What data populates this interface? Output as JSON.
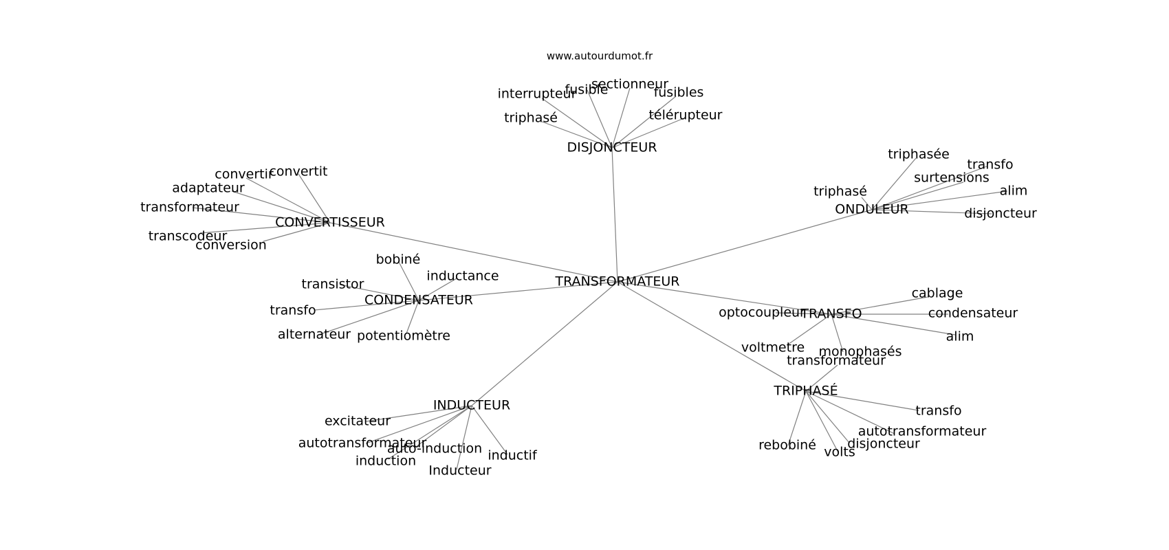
{
  "watermark": "www.autourdumot.fr",
  "root": "TRANSFORMATEUR",
  "clusters": [
    {
      "hub": "DISJONCTEUR",
      "leaves": [
        "interrupteur",
        "fusible",
        "sectionneur",
        "fusibles",
        "triphasé",
        "télérupteur"
      ]
    },
    {
      "hub": "CONVERTISSEUR",
      "leaves": [
        "convertir",
        "convertit",
        "adaptateur",
        "transformateur",
        "transcodeur",
        "conversion"
      ]
    },
    {
      "hub": "ONDULEUR",
      "leaves": [
        "triphasée",
        "transfo",
        "surtensions",
        "triphasé",
        "alim",
        "disjoncteur"
      ]
    },
    {
      "hub": "CONDENSATEUR",
      "leaves": [
        "bobiné",
        "inductance",
        "transistor",
        "transfo",
        "alternateur",
        "potentiomètre"
      ]
    },
    {
      "hub": "TRANSFO",
      "leaves": [
        "cablage",
        "optocoupleur",
        "condensateur",
        "alim",
        "voltmetre",
        "monophasés"
      ]
    },
    {
      "hub": "TRIPHASÉ",
      "leaves": [
        "transformateur",
        "transfo",
        "autotransformateur",
        "rebobiné",
        "disjoncteur",
        "volts"
      ]
    },
    {
      "hub": "INDUCTEUR",
      "leaves": [
        "excitateur",
        "autotransformateur",
        "auto-induction",
        "induction",
        "inductif",
        "Inducteur"
      ]
    }
  ]
}
